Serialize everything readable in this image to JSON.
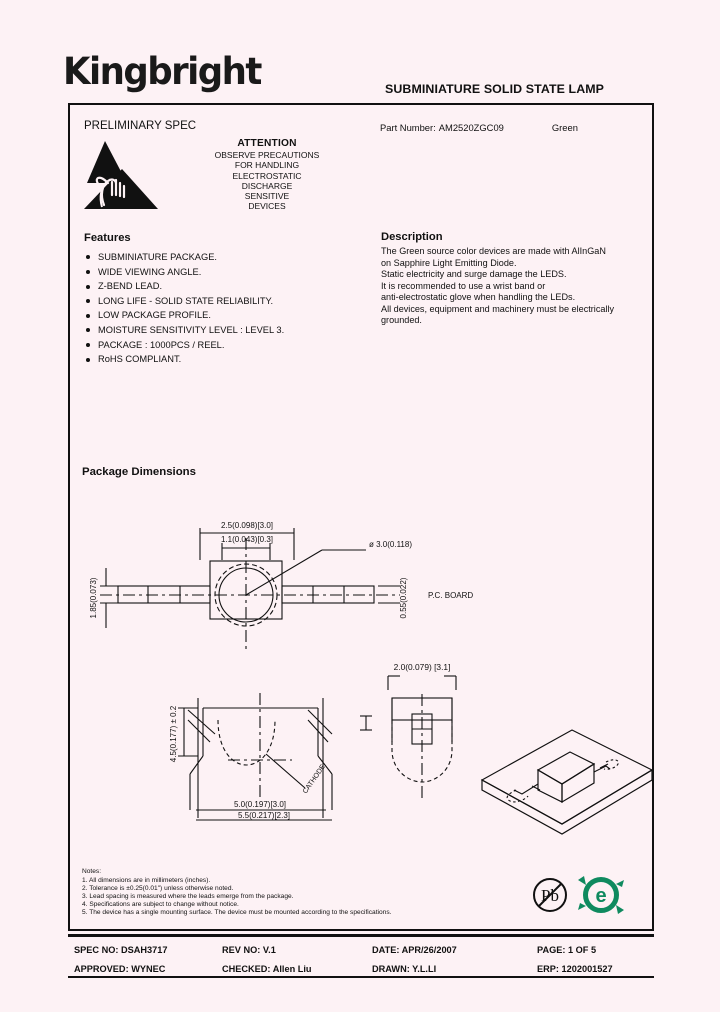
{
  "header": {
    "brand": "Kingbright",
    "title": "SUBMINIATURE SOLID STATE LAMP"
  },
  "spec": {
    "preliminary": "PRELIMINARY SPEC",
    "part_number_label": "Part Number:",
    "part_number": "AM2520ZGC09",
    "color": "Green"
  },
  "attention": {
    "title": "ATTENTION",
    "line1": "OBSERVE PRECAUTIONS",
    "line2": "FOR HANDLING",
    "line3": "ELECTROSTATIC",
    "line4": "DISCHARGE",
    "line5": "SENSITIVE",
    "line6": "DEVICES",
    "symbol": "esd-hand-triangle-icon"
  },
  "features": {
    "title": "Features",
    "items": [
      "SUBMINIATURE PACKAGE.",
      "WIDE VIEWING ANGLE.",
      "Z-BEND LEAD.",
      "LONG LIFE - SOLID STATE RELIABILITY.",
      "LOW PACKAGE PROFILE.",
      "MOISTURE SENSITIVITY LEVEL : LEVEL 3.",
      "PACKAGE : 1000PCS / REEL.",
      "RoHS COMPLIANT."
    ]
  },
  "description": {
    "title": "Description",
    "lines": [
      "The Green source color devices are made with AlInGaN",
      "on Sapphire Light Emitting Diode.",
      "Static electricity and surge damage the LEDS.",
      "It is recommended to use a wrist band or",
      "anti-electrostatic glove when handling the LEDs.",
      "All devices, equipment and machinery must be electrically",
      "grounded."
    ]
  },
  "package_dimensions": {
    "title": "Package Dimensions",
    "top_view_width": "2.5(0.098)[3.0]",
    "top_view_inner": "1.1(0.043)[0.3]",
    "lens_dia": "ø 3.0(0.118)",
    "lead_right": "0.55(0.022)",
    "lead_left": "1.85(0.073)",
    "front_height": "4.5(0.177) ± 0.2",
    "side_label": "2.0(0.079) [3.1]",
    "bottom_dim1": "5.0(0.197)[3.0]",
    "bottom_dim2": "5.5(0.217)[2.3]",
    "cathode_note": "CATHODE",
    "iso_note": "P.C. BOARD"
  },
  "notes": {
    "title": "Notes:",
    "items": [
      "1. All dimensions are in millimeters (inches).",
      "2. Tolerance is ±0.25(0.01\") unless otherwise noted.",
      "3. Lead spacing is measured where the leads emerge from the package.",
      "4. Specifications are subject to change without notice.",
      "5. The device has a single mounting surface. The device must be mounted according to the specifications."
    ]
  },
  "logos": {
    "lead_free": "pb-free-icon",
    "rohs": "rohs-e-icon",
    "rohs_color": "#0f8a5f"
  },
  "footer": {
    "spec_no_label": "SPEC NO:",
    "spec_no": "DSAH3717",
    "rev_no_label": "REV NO:",
    "rev_no": "V.1",
    "date_label": "DATE:",
    "date": "APR/26/2007",
    "page_label": "PAGE:",
    "page": "1 OF 5",
    "approved_label": "APPROVED:",
    "approved": "WYNEC",
    "checked_label": "CHECKED:",
    "checked": "Allen Liu",
    "drawn_label": "DRAWN:",
    "drawn": "Y.L.LI",
    "erp_label": "ERP:",
    "erp": "1202001527"
  }
}
